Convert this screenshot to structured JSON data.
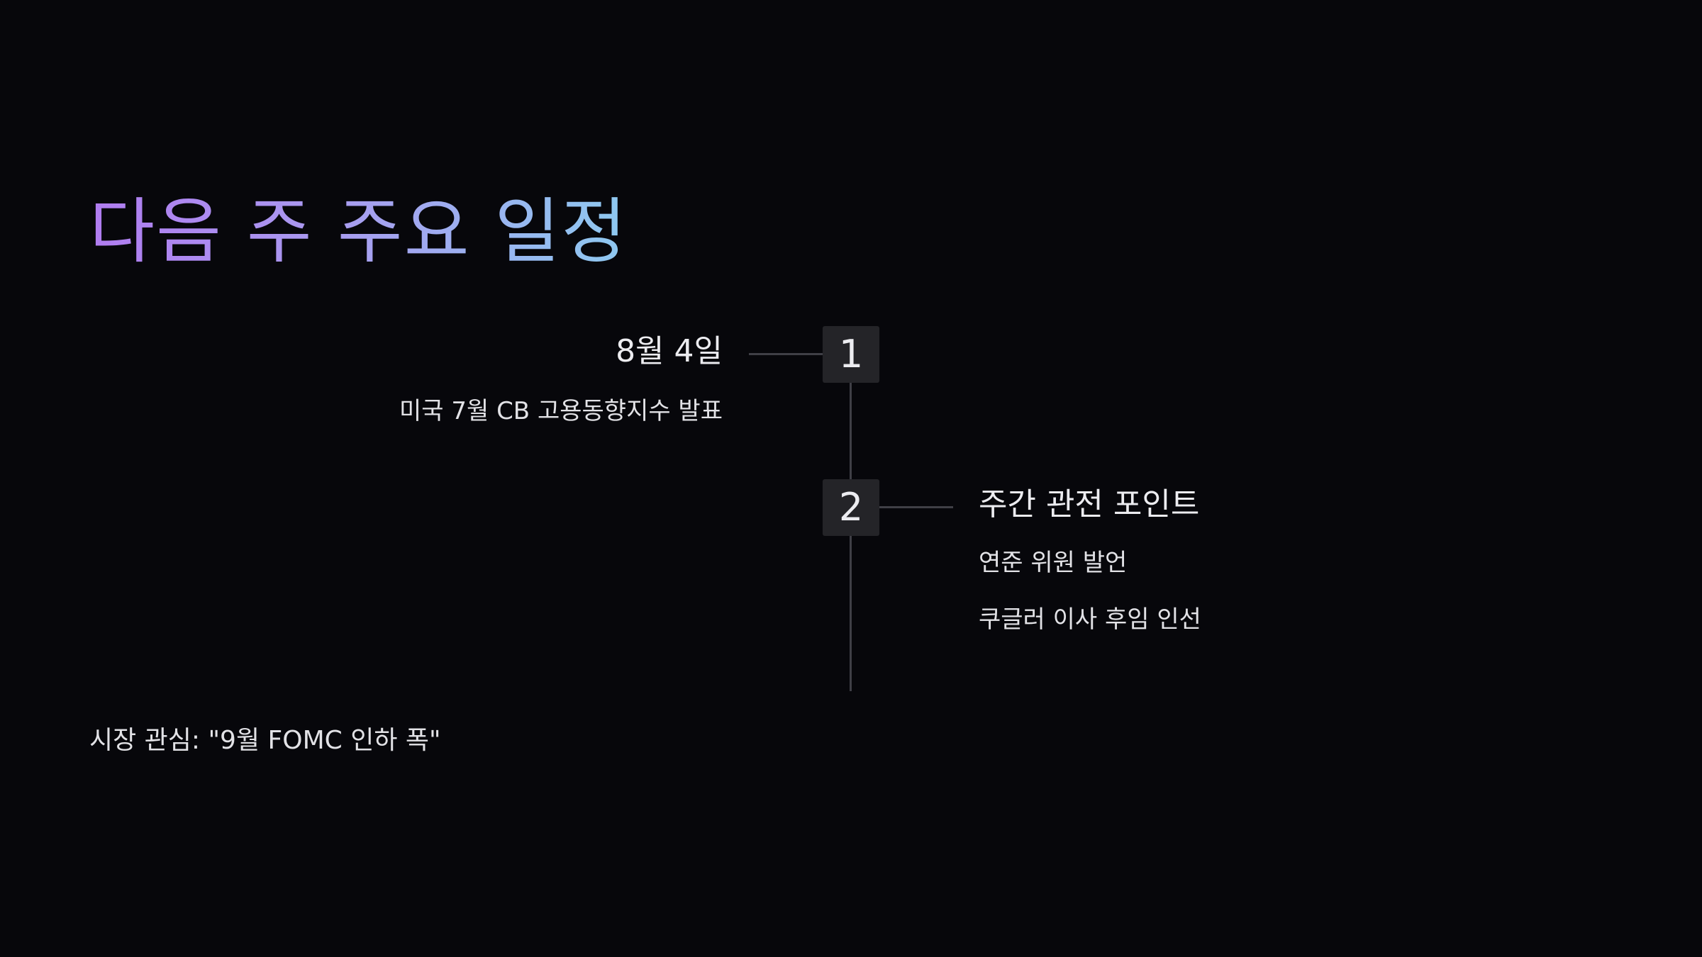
{
  "slide": {
    "title": "다음 주 주요 일정",
    "footer_note": "시장 관심: \"9월 FOMC 인하 폭\""
  },
  "timeline": {
    "events": [
      {
        "marker": "1",
        "heading": "8월 4일",
        "details": [
          "미국 7월 CB 고용동향지수 발표"
        ]
      },
      {
        "marker": "2",
        "heading": "주간 관전 포인트",
        "details": [
          "연준 위원 발언",
          "쿠글러 이사 후임 인선"
        ]
      }
    ]
  },
  "colors": {
    "background": "#07070b",
    "title_gradient_start": "#b07cf0",
    "title_gradient_end": "#8ec9f0",
    "marker_background": "#242428",
    "line": "#3f3f46"
  }
}
